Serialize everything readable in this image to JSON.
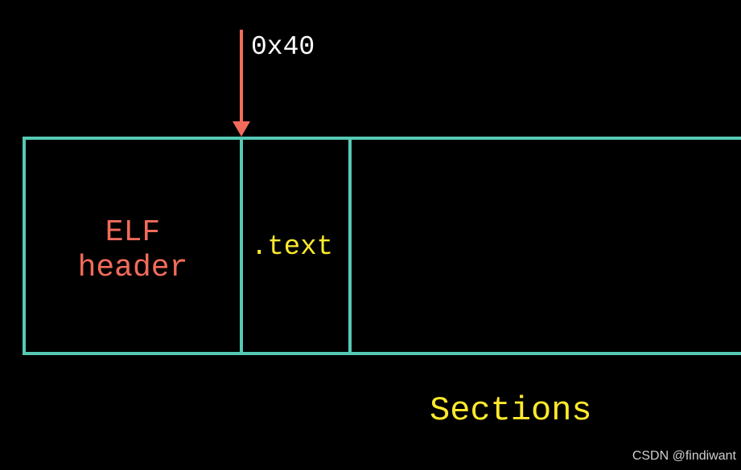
{
  "diagram": {
    "offset_label": "0x40",
    "elf_header_line1": "ELF",
    "elf_header_line2": "header",
    "text_section_label": ".text",
    "sections_label": "Sections"
  },
  "watermark": "CSDN @findiwant",
  "colors": {
    "background": "#000000",
    "box_stroke": "#55c9b4",
    "arrow": "#f26b5b",
    "elf_header_text": "#f26b5b",
    "section_text": "#ffea2c",
    "offset_text": "#ffffff"
  }
}
